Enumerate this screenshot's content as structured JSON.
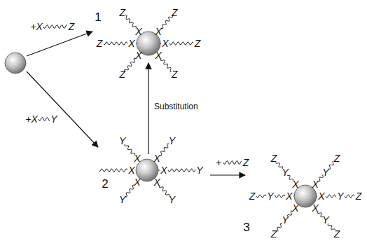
{
  "diagram": {
    "labels": [
      "+X",
      "Z",
      "+X",
      "Y",
      "Substitution",
      "+",
      "Z",
      "1",
      "2",
      "3",
      "X",
      "Z",
      "X",
      "Z",
      "X",
      "Z",
      "X",
      "Z",
      "X",
      "Z",
      "X",
      "Z",
      "X",
      "Y",
      "X",
      "Y",
      "X",
      "Y",
      "X",
      "Y",
      "X",
      "Y",
      "X",
      "X",
      "Y",
      "Z",
      "X",
      "Y",
      "Z",
      "X",
      "Y",
      "Z",
      "X",
      "Y",
      "Z",
      "X",
      "Y",
      "Z",
      "X",
      "Y",
      "Z"
    ]
  }
}
